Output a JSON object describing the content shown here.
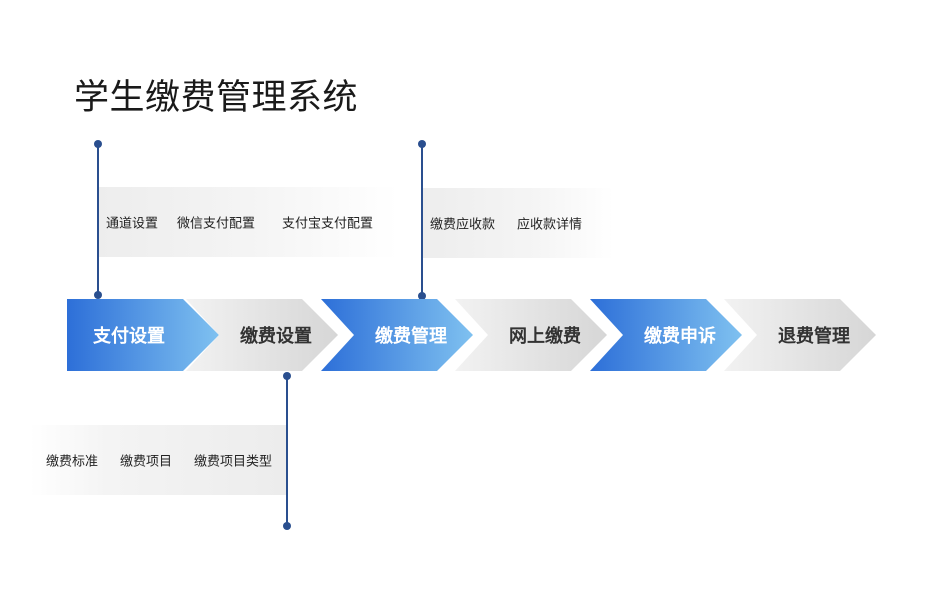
{
  "title": "学生缴费管理系统",
  "steps": [
    {
      "label": "支付设置",
      "style": "blue"
    },
    {
      "label": "缴费设置",
      "style": "gray"
    },
    {
      "label": "缴费管理",
      "style": "blue"
    },
    {
      "label": "网上缴费",
      "style": "gray"
    },
    {
      "label": "缴费申诉",
      "style": "blue"
    },
    {
      "label": "退费管理",
      "style": "gray"
    }
  ],
  "branches": [
    {
      "step": "支付设置",
      "items": [
        "通道设置",
        "微信支付配置",
        "支付宝支付配置"
      ]
    },
    {
      "step": "缴费管理",
      "items": [
        "缴费应收款",
        "应收款详情"
      ]
    },
    {
      "step": "缴费设置",
      "items": [
        "缴费标准",
        "缴费项目",
        "缴费项目类型"
      ]
    }
  ],
  "colors": {
    "blue_start": "#2d6fd8",
    "blue_end": "#7fc1f0",
    "gray_start": "#f2f2f2",
    "gray_end": "#d6d6d6",
    "connector": "#2a4f8f",
    "blue_text": "#ffffff",
    "gray_text": "#333333"
  }
}
